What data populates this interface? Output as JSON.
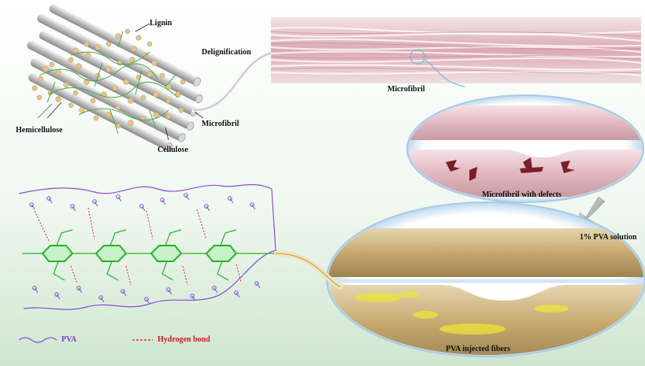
{
  "labels": {
    "lignin": "Lignin",
    "delignification": "Delignification",
    "hemicellulose": "Hemicellulose",
    "microfibril_wood": "Microfibril",
    "cellulose": "Cellulose",
    "microfibril_top": "Microfibril",
    "microfibril_defects": "Microfibril with defects",
    "pva_solution": "1% PVA solution",
    "pva_injected": "PVA injected fibers"
  },
  "legend": {
    "pva": "PVA",
    "hydrogen_bond": "Hydrogen bond"
  },
  "colors": {
    "pva_chain": "#8a4fd6",
    "hydroxyl": "#7a3fd0",
    "cellulose_ring": "#27b327",
    "hydrogen_bond": "#d0191f",
    "microfibril_pink": "#eac7cc",
    "pva_fiber_tan": "#cdb27a"
  }
}
